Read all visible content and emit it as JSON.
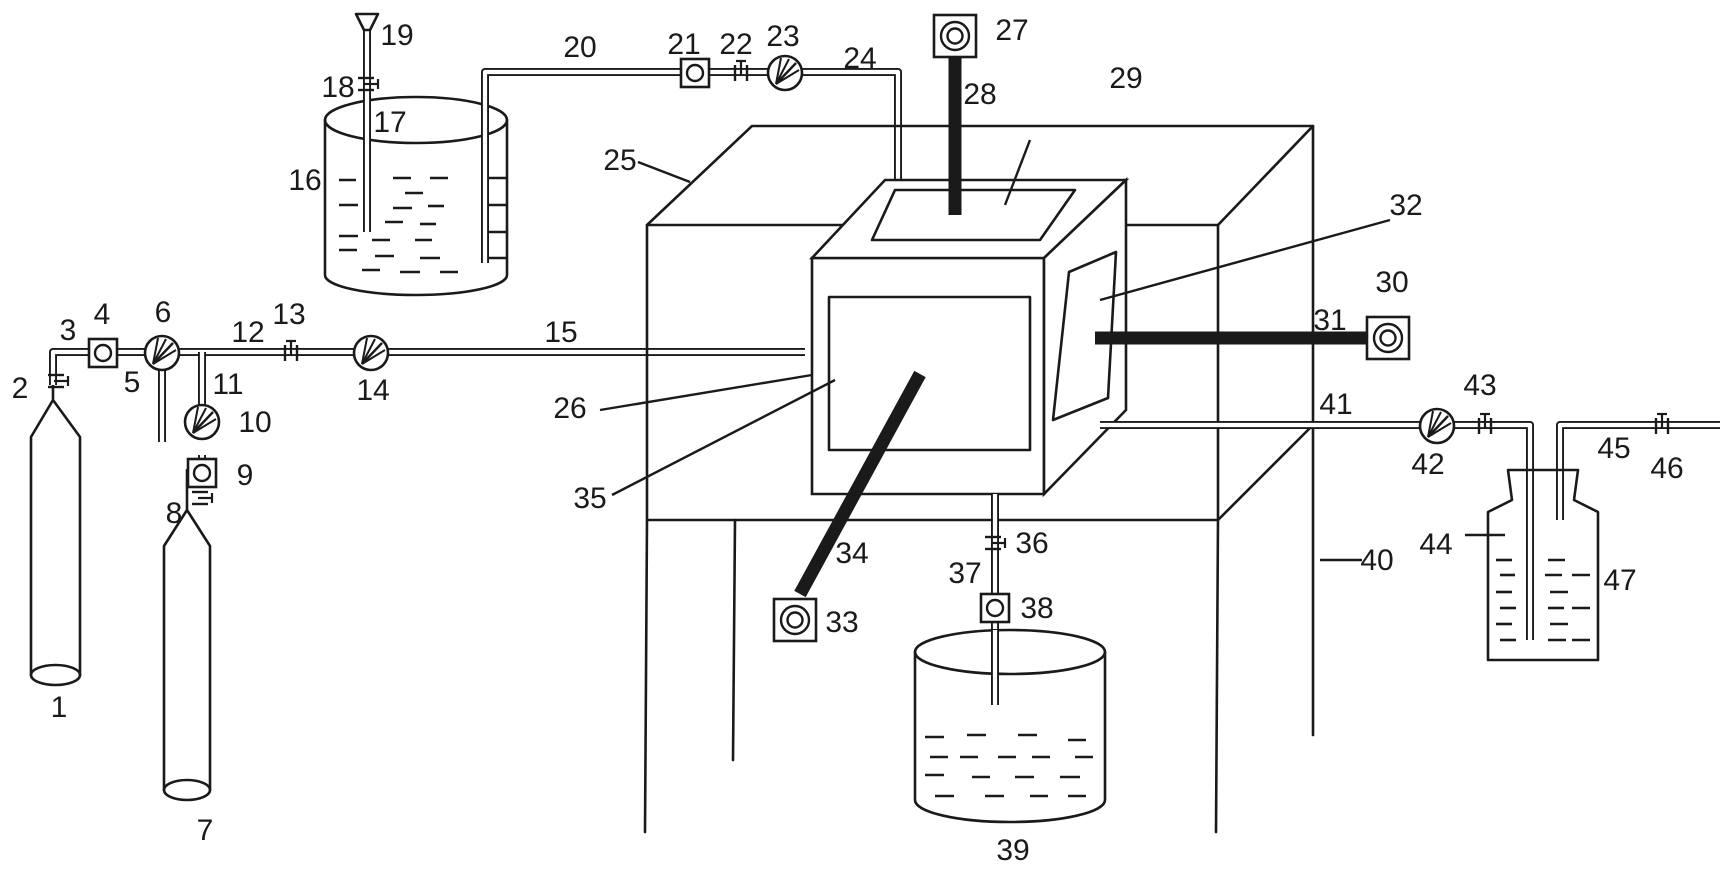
{
  "labels": {
    "l1": "1",
    "l2": "2",
    "l3": "3",
    "l4": "4",
    "l5": "5",
    "l6": "6",
    "l7": "7",
    "l8": "8",
    "l9": "9",
    "l10": "10",
    "l11": "11",
    "l12": "12",
    "l13": "13",
    "l14": "14",
    "l15": "15",
    "l16": "16",
    "l17": "17",
    "l18": "18",
    "l19": "19",
    "l20": "20",
    "l21": "21",
    "l22": "22",
    "l23": "23",
    "l24": "24",
    "l25": "25",
    "l26": "26",
    "l27": "27",
    "l28": "28",
    "l29": "29",
    "l30": "30",
    "l31": "31",
    "l32": "32",
    "l33": "33",
    "l34": "34",
    "l35": "35",
    "l36": "36",
    "l37": "37",
    "l38": "38",
    "l39": "39",
    "l40": "40",
    "l41": "41",
    "l42": "42",
    "l43": "43",
    "l44": "44",
    "l45": "45",
    "l46": "46",
    "l47": "47"
  },
  "colors": {
    "stroke": "#1a1a1a",
    "background": "#ffffff"
  },
  "icons": {
    "gas_cylinder": "cylinder-icon",
    "pressure_gauge": "gauge-icon",
    "flow_meter": "flowmeter-icon",
    "valve": "valve-icon",
    "motor": "motor-icon"
  }
}
